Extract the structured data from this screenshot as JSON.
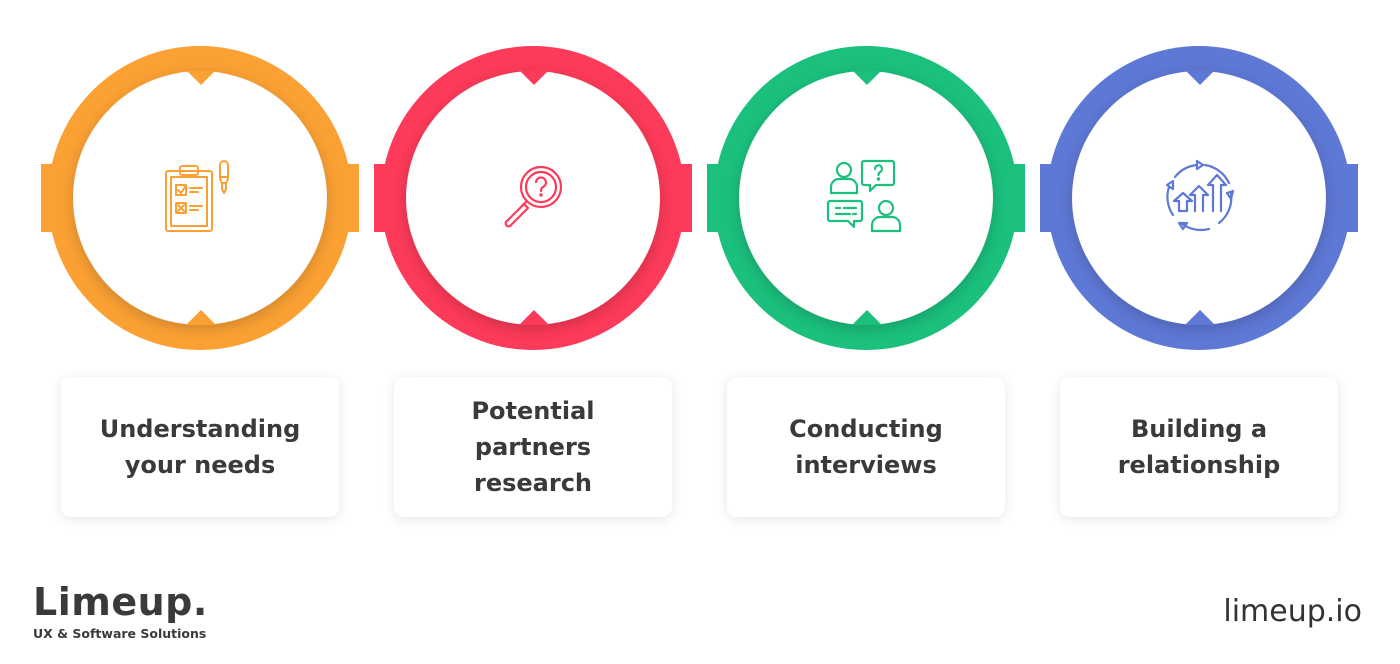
{
  "steps": [
    {
      "label": "Understanding your needs",
      "color": "#FBA134",
      "icon": "clipboard-checklist-icon"
    },
    {
      "label": "Potential partners research",
      "color": "#FC3A59",
      "icon": "magnifier-question-icon"
    },
    {
      "label": "Conducting interviews",
      "color": "#1BC07D",
      "icon": "conversation-people-icon"
    },
    {
      "label": "Building a relationship",
      "color": "#5E78D5",
      "icon": "growth-cycle-icon"
    }
  ],
  "brand": {
    "name": "Limeup.",
    "tagline": "UX & Software Solutions",
    "site": "limeup.io"
  }
}
